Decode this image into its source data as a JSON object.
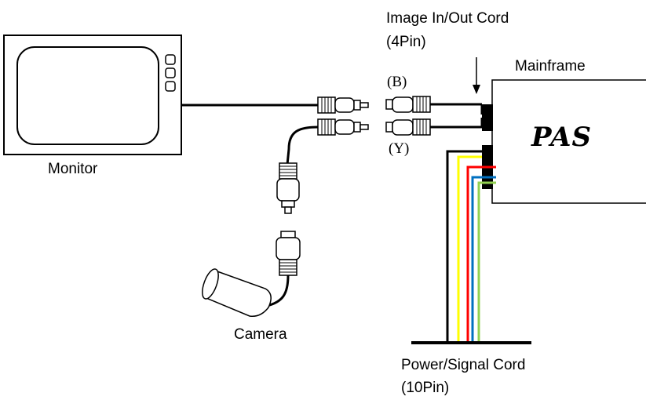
{
  "labels": {
    "monitor": "Monitor",
    "camera": "Camera",
    "mainframe": "Mainframe",
    "mainframe_text": "PAS",
    "image_cord_line1": "Image In/Out Cord",
    "image_cord_line2": "(4Pin)",
    "power_cord_line1": "Power/Signal Cord",
    "power_cord_line2": "(10Pin)",
    "plug_b": "(B)",
    "plug_y": "(Y)"
  },
  "wire_colors": {
    "black": "#000000",
    "yellow": "#ffff00",
    "red": "#ff0000",
    "blue": "#0070c0",
    "green": "#92d050"
  }
}
